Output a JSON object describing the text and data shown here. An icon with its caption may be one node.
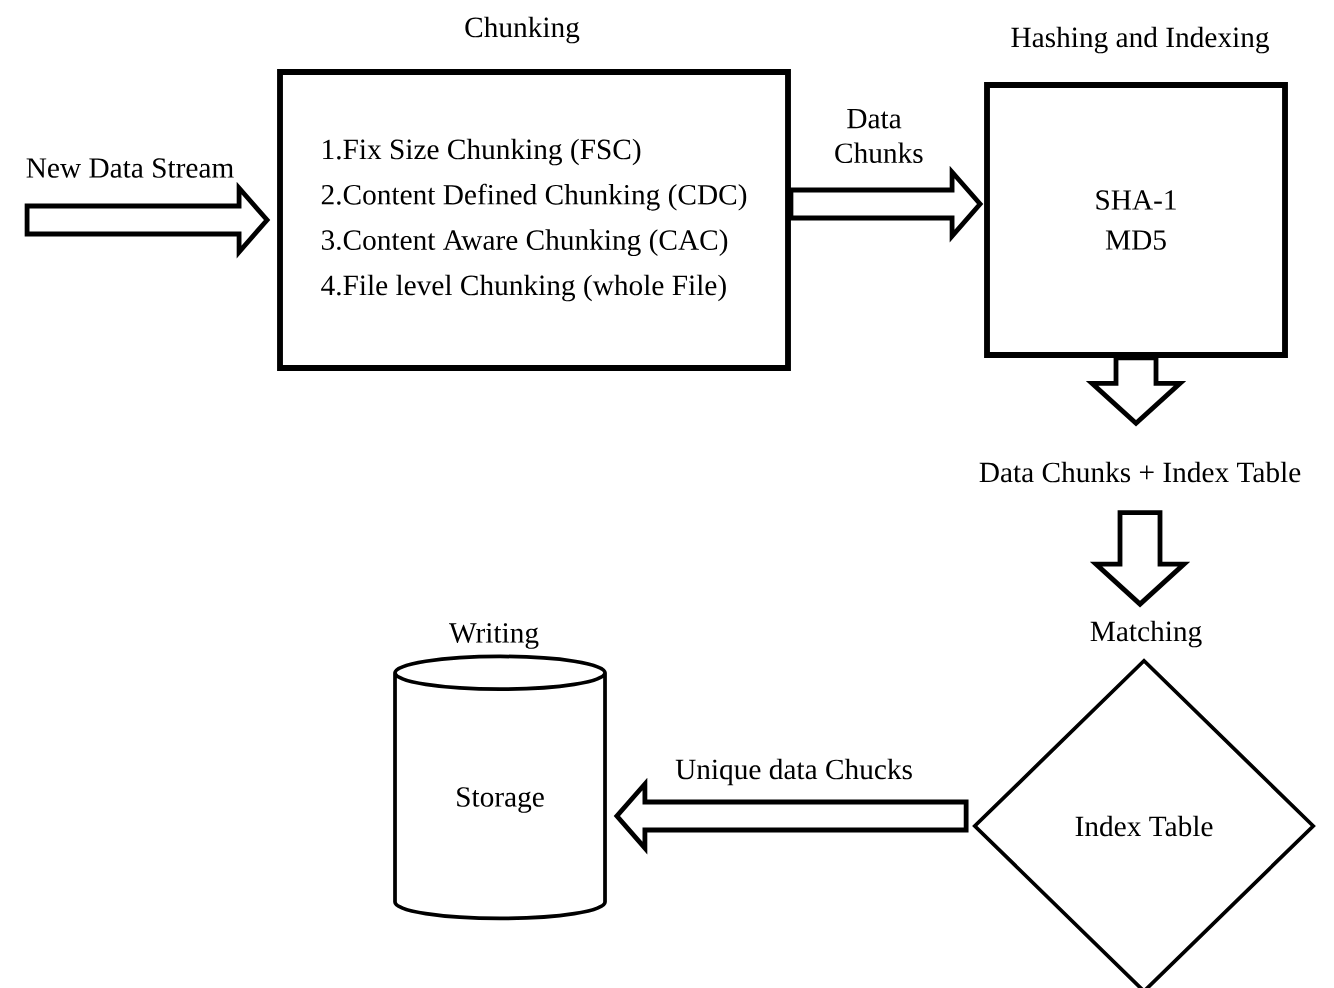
{
  "diagram": {
    "nodes": [
      {
        "text": [
          "Chunking",
          "1.Fix Size Chunking (FSC)",
          "2.Content Defined Chunking (CDC)",
          "3.Content Aware Chunking (CAC)",
          "4.File level Chunking (whole File)"
        ]
      },
      {
        "text": [
          "Hashing and Indexing",
          "SHA-1",
          "MD5"
        ]
      },
      {
        "text": [
          "Data Chunks + Index Table"
        ]
      },
      {
        "text": [
          "Matching",
          "Index Table"
        ]
      },
      {
        "text": [
          "Writing",
          "Storage"
        ]
      }
    ],
    "edges": [
      {
        "from": null,
        "to": 0,
        "arrow": "to",
        "label": "New Data Stream"
      },
      {
        "from": 0,
        "to": 1,
        "arrow": "to",
        "label": "Data Chunks"
      },
      {
        "from": 1,
        "to": 2,
        "arrow": "to"
      },
      {
        "from": 2,
        "to": 3,
        "arrow": "to"
      },
      {
        "from": 3,
        "to": 4,
        "arrow": "to",
        "label": "Unique data Chucks"
      }
    ]
  }
}
